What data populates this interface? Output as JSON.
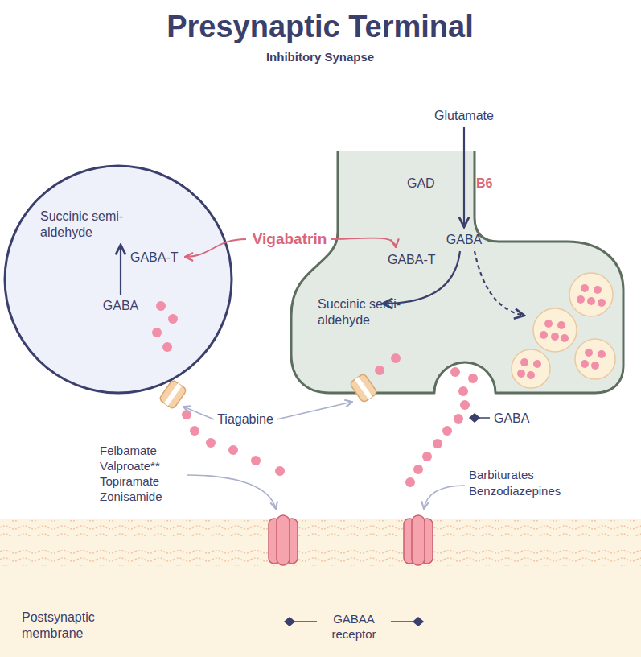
{
  "diagram": {
    "title": "Presynaptic Terminal",
    "nodes": [
      {
        "text": [
          "Succinic semi-aldehyde",
          "GABA-T",
          "GABA"
        ]
      },
      {
        "text": [
          "GAD",
          "B6",
          "GABA",
          "GABA-T",
          "Succinic semi-aldehyde"
        ]
      },
      {
        "text": [
          "Postsynaptic membrane"
        ]
      }
    ],
    "labels": [
      "Inhibitory Synapse",
      "Glutamate",
      "Vigabatrin",
      "Tiagabine",
      "GABA",
      "Felbamate",
      "Valproate**",
      "Topiramate",
      "Zonisamide",
      "Barbiturates",
      "Benzodiazepines",
      "GABAA receptor"
    ]
  }
}
